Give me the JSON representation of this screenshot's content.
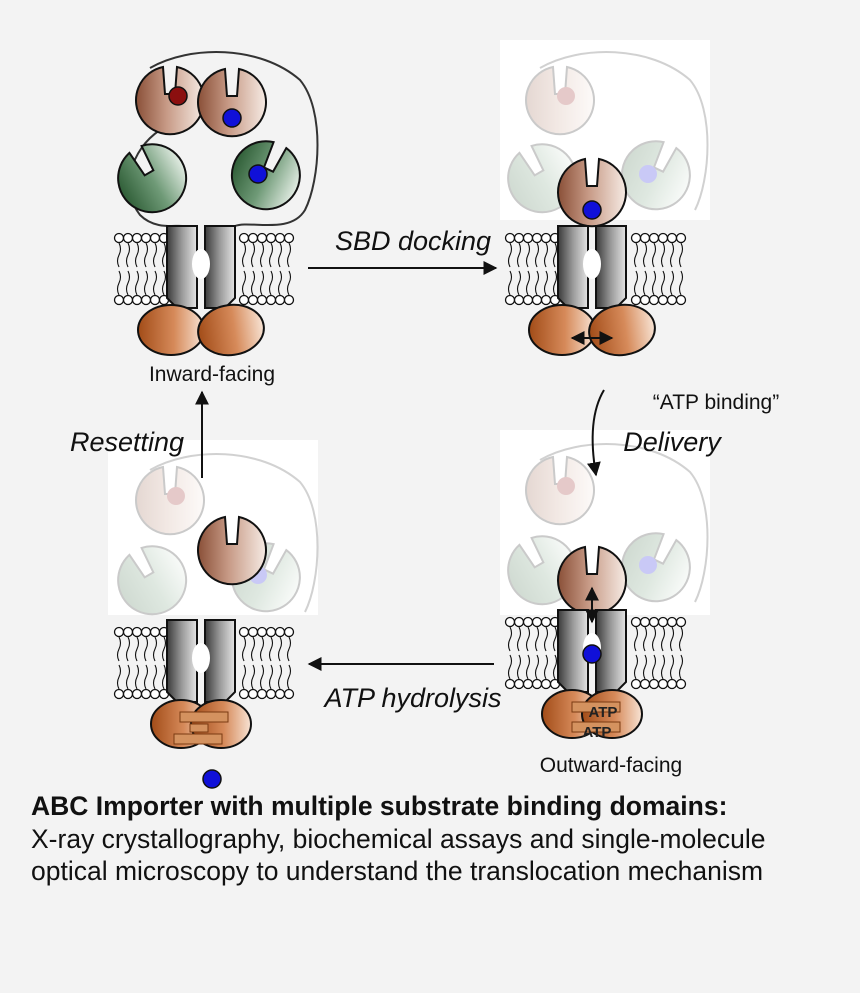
{
  "labels": {
    "inward_facing": "Inward-facing",
    "outward_facing": "Outward-facing",
    "sbd_docking": "SBD docking",
    "atp_binding": "“ATP binding”",
    "delivery": "Delivery",
    "atp_hydrolysis": "ATP hydrolysis",
    "resetting": "Resetting",
    "atp_1": "ATP",
    "atp_2": "ATP"
  },
  "caption": {
    "title": "ABC Importer with multiple substrate binding domains:",
    "body": "X-ray crystallography, biochemical assays and single-molecule optical microscopy to understand the translocation mechanism"
  },
  "colors": {
    "background": "#f3f3f3",
    "sbd_brown": "#b98a76",
    "sbd_green": "#4a7a52",
    "nbd_orange": "#c06a33",
    "tmd_gray": "#6e6e6e",
    "substrate_blue": "#1010d8",
    "substrate_red": "#8b0f0f"
  }
}
